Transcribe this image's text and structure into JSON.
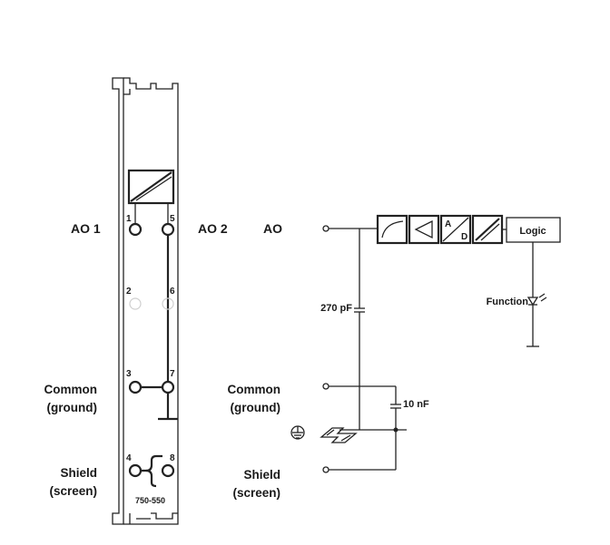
{
  "module": {
    "part_number": "750-550",
    "channels": {
      "ao1": "AO 1",
      "ao2": "AO 2"
    },
    "pins": [
      "1",
      "5",
      "2",
      "6",
      "3",
      "7",
      "4",
      "8"
    ],
    "left_labels": {
      "common_line1": "Common",
      "common_line2": "(ground)",
      "shield_line1": "Shield",
      "shield_line2": "(screen)"
    }
  },
  "schematic": {
    "ao_label": "AO",
    "blocks": {
      "ad_a": "A",
      "ad_d": "D",
      "logic": "Logic"
    },
    "capacitor_1": "270 pF",
    "capacitor_2": "10 nF",
    "function_label": "Function",
    "common_line1": "Common",
    "common_line2": "(ground)",
    "shield_line1": "Shield",
    "shield_line2": "(screen)"
  }
}
